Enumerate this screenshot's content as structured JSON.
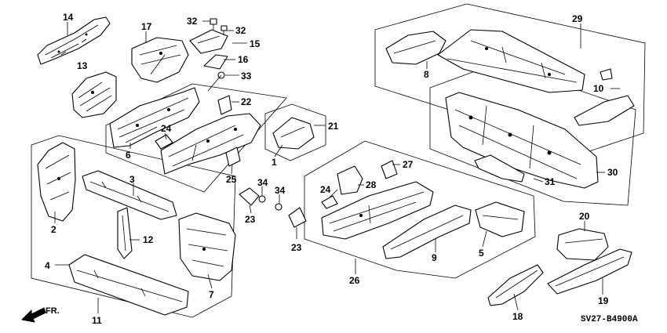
{
  "callouts": [
    "14",
    "17",
    "32",
    "32",
    "15",
    "16",
    "33",
    "13",
    "22",
    "24",
    "6",
    "21",
    "1",
    "25",
    "29",
    "8",
    "10",
    "3",
    "2",
    "34",
    "34",
    "12",
    "23",
    "23",
    "4",
    "7",
    "11",
    "24",
    "27",
    "28",
    "9",
    "5",
    "26",
    "30",
    "31",
    "20",
    "18",
    "19"
  ],
  "diagram_code": "SV27-B4900A",
  "direction_label": "FR.",
  "colors": {
    "ink": "#000000",
    "paper": "#ffffff"
  }
}
